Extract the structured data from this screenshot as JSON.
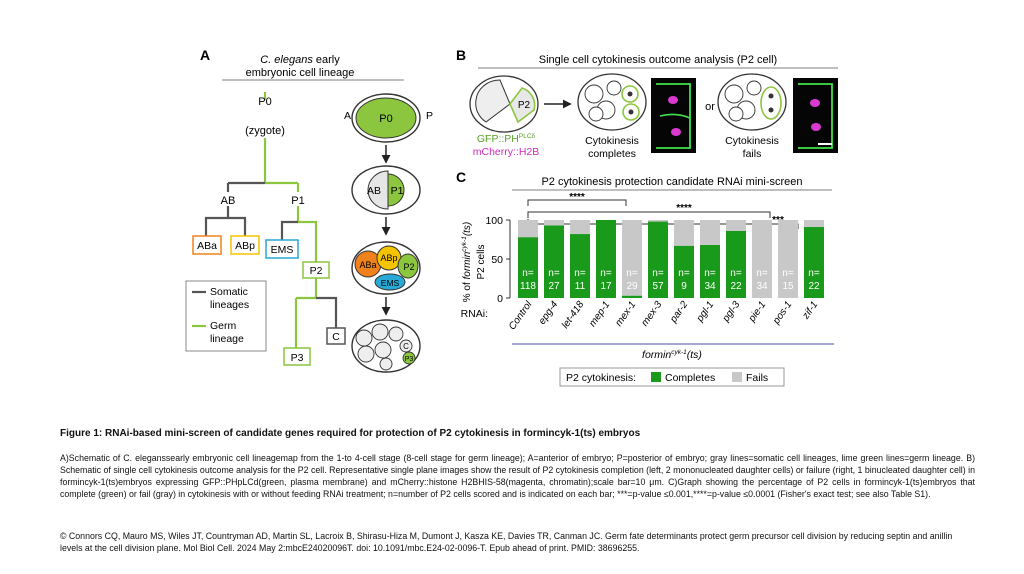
{
  "panel_a": {
    "letter": "A",
    "title_italic": "C. elegans",
    "title_rest": " early",
    "title_line2": "embryonic cell lineage",
    "p0": "P0",
    "zygote": "(zygote)",
    "ab": "AB",
    "p1": "P1",
    "aba": "ABa",
    "abp": "ABp",
    "ems": "EMS",
    "p2": "P2",
    "c": "C",
    "p3": "P3",
    "legend_somatic_1": "Somatic",
    "legend_somatic_2": "lineages",
    "legend_germ_1": "Germ",
    "legend_germ_2": "lineage",
    "axis_a": "A",
    "axis_p": "P"
  },
  "panel_b": {
    "letter": "B",
    "title": "Single cell cytokinesis outcome analysis (P2 cell)",
    "p2_label": "P2",
    "gfp_label": "GFP::PH",
    "gfp_sup": "PLCδ",
    "mcherry_label": "mCherry::H2B",
    "completes_1": "Cytokinesis",
    "completes_2": "completes",
    "or": "or",
    "fails_1": "Cytokinesis",
    "fails_2": "fails"
  },
  "panel_c": {
    "letter": "C",
    "rnai_label": "RNAi:",
    "group_label": "formin",
    "group_sup": "cyk-1",
    "group_suffix": "(ts)",
    "legend_title": "P2 cytokinesis:",
    "sig_1": "****",
    "sig_2": "****",
    "sig_3": "***"
  },
  "chart_data": {
    "type": "bar",
    "stacked": true,
    "title": "P2 cytokinesis protection candidate RNAi mini-screen",
    "ylabel": "% of formincyk-1(ts) P2 cells",
    "ylabel_parts": {
      "pre": "% of ",
      "italic": "formin",
      "sup": "cyk-1",
      "post": "(ts)",
      "line2": "P2 cells"
    },
    "ylim": [
      0,
      100
    ],
    "yticks": [
      0,
      50,
      100
    ],
    "grid": false,
    "legend_position": "bottom",
    "categories": [
      "Control",
      "epg-4",
      "let-418",
      "mep-1",
      "mex-1",
      "mex-3",
      "par-2",
      "pgl-1",
      "pgl-3",
      "pie-1",
      "pos-1",
      "zif-1"
    ],
    "n_values": [
      "118",
      "27",
      "11",
      "17",
      "29",
      "57",
      "9",
      "34",
      "22",
      "34",
      "15",
      "22"
    ],
    "n_prefix": "n=",
    "series": [
      {
        "name": "Completes",
        "color": "#1a9a1a",
        "values": [
          78,
          93,
          82,
          100,
          3,
          98,
          67,
          68,
          86,
          0,
          0,
          91
        ]
      },
      {
        "name": "Fails",
        "color": "#c8c8c8",
        "values": [
          22,
          7,
          18,
          0,
          97,
          2,
          33,
          32,
          14,
          100,
          100,
          9
        ]
      }
    ]
  },
  "caption": {
    "title": "Figure 1:  RNAi-based mini-screen of candidate genes required for protection of P2 cytokinesis in formincyk-1(ts) embryos",
    "body": "A)Schematic of C. eleganssearly embryonic cell lineagemap from the 1-to 4-cell stage (8-cell stage for germ lineage); A=anterior of embryo; P=posterior of embryo; gray lines=somatic cell lineages, lime green lines=germ lineage. B) Schematic of single cell cytokinesis outcome analysis for the P2 cell. Representative single plane images show the result of P2 cytokinesis completion (left, 2 mononucleated daughter cells) or failure (right, 1 binucleated daughter cell) in formincyk-1(ts)embryos expressing GFP::PHpLCd(green, plasma membrane) and mCherry::histone H2BHIS-58(magenta, chromatin);scale bar=10 μm. C)Graph showing the percentage of P2 cells in formincyk-1(ts)embryos that complete (green) or fail (gray) in cytokinesis with or without feeding RNAi treatment; n=number of P2 cells scored and is indicated on each bar; ***=p-value ≤0.001,****=p-value ≤0.0001 (Fisher's exact test; see also Table S1).",
    "citation": "© Connors CQ, Mauro MS, Wiles JT, Countryman AD, Martin SL, Lacroix B, Shirasu-Hiza M, Dumont J, Kasza KE, Davies TR, Canman JC. Germ fate determinants protect germ precursor cell division by reducing septin and anillin levels at the cell division plane. Mol Biol Cell. 2024 May 2:mbcE24020096T. doi: 10.1091/mbc.E24-02-0096-T. Epub ahead of print. PMID: 38696255."
  },
  "colors": {
    "lime": "#8cc63f",
    "green": "#1a9a1a",
    "gray": "#c8c8c8",
    "line_gray": "#555555",
    "aba_orange": "#f0821e",
    "abp_yellow": "#f5c400",
    "ems_cyan": "#29a9d6",
    "magenta": "#e040d0"
  }
}
